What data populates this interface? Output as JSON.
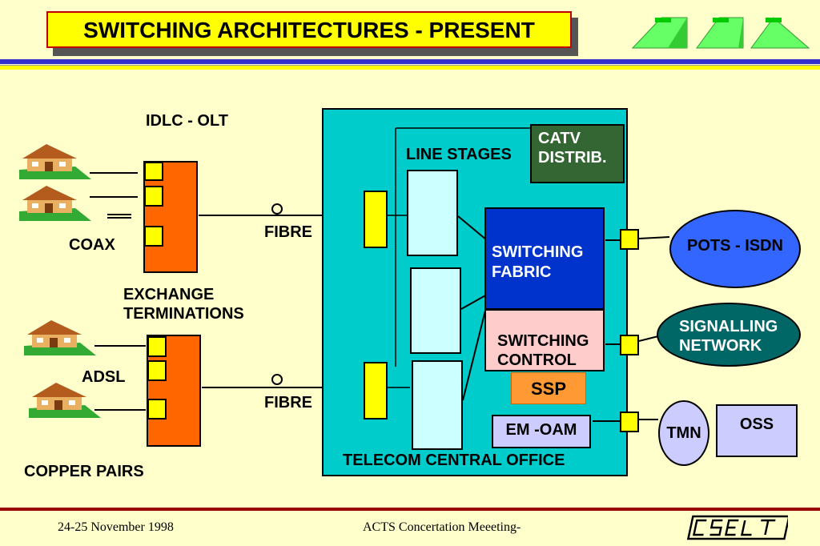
{
  "title": "SWITCHING ARCHITECTURES - PRESENT",
  "labels": {
    "idlc_olt": "IDLC - OLT",
    "coax": "COAX",
    "exchange_terminations": "EXCHANGE TERMINATIONS",
    "adsl": "ADSL",
    "copper_pairs": "COPPER PAIRS",
    "fibre_top": "FIBRE",
    "fibre_bottom": "FIBRE",
    "line_stages": "LINE STAGES",
    "catv": "CATV DISTRIB.",
    "switching_fabric": "SWITCHING FABRIC",
    "switching_control": "SWITCHING CONTROL",
    "ssp": "SSP",
    "em_oam": "EM -OAM",
    "central_office": "TELECOM CENTRAL OFFICE",
    "pots_isdn": "POTS  - ISDN",
    "signalling_network": "SIGNALLING NETWORK",
    "tmn": "TMN",
    "oss": "OSS"
  },
  "footer": {
    "date": "24-25 November 1998",
    "meeting": "ACTS Concertation Meeeting-",
    "logo": "CSELT"
  },
  "colors": {
    "background": "#ffffcc",
    "title_fill": "#ffff00",
    "title_border": "#c00000",
    "central_office": "#00cccc",
    "switching_fabric": "#0033cc",
    "switching_control": "#ffcccc",
    "ssp": "#ff9933",
    "em_oam": "#ccccff",
    "catv": "#336633",
    "signalling": "#006666",
    "pots_isdn": "#3366ff",
    "terminations": "#ff6600",
    "connectors": "#ffff00"
  },
  "icons": [
    "house-icon",
    "logo-arrows-icon",
    "cselt-logo-icon"
  ]
}
